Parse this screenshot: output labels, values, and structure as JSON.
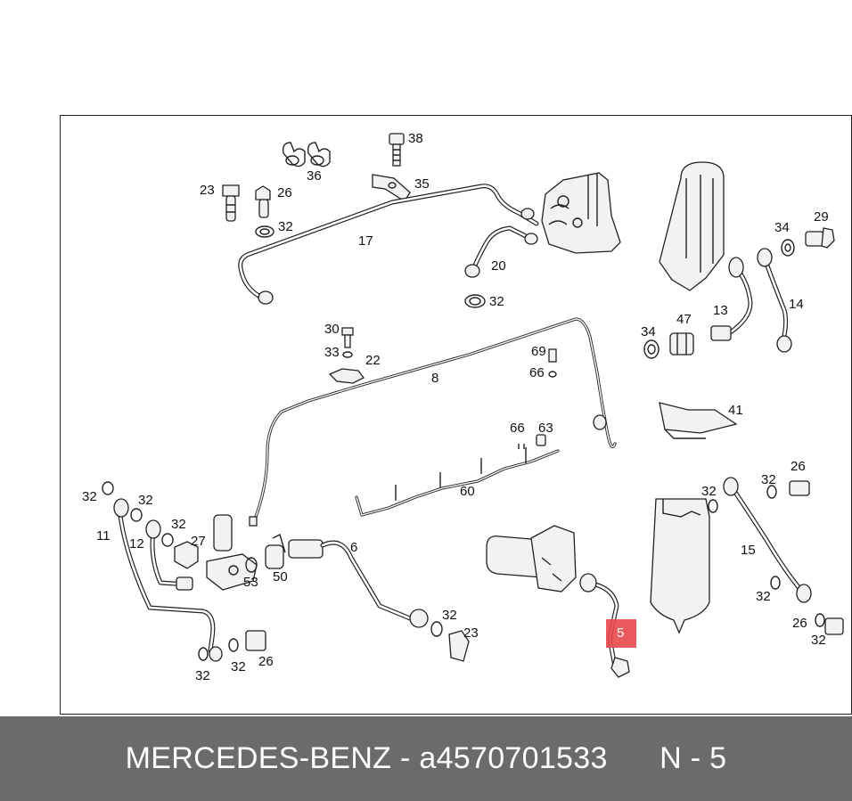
{
  "diagram": {
    "highlight_color": "#e8494b",
    "callouts": [
      {
        "id": "c38",
        "text": "38"
      },
      {
        "id": "c36",
        "text": "36"
      },
      {
        "id": "c35",
        "text": "35"
      },
      {
        "id": "c23a",
        "text": "23"
      },
      {
        "id": "c26a",
        "text": "26"
      },
      {
        "id": "c32a",
        "text": "32"
      },
      {
        "id": "c17",
        "text": "17"
      },
      {
        "id": "c20",
        "text": "20"
      },
      {
        "id": "c32b",
        "text": "32"
      },
      {
        "id": "c34a",
        "text": "34"
      },
      {
        "id": "c29",
        "text": "29"
      },
      {
        "id": "c14",
        "text": "14"
      },
      {
        "id": "c34b",
        "text": "34"
      },
      {
        "id": "c47",
        "text": "47"
      },
      {
        "id": "c13",
        "text": "13"
      },
      {
        "id": "c30",
        "text": "30"
      },
      {
        "id": "c33",
        "text": "33"
      },
      {
        "id": "c22",
        "text": "22"
      },
      {
        "id": "c8",
        "text": "8"
      },
      {
        "id": "c69",
        "text": "69"
      },
      {
        "id": "c66a",
        "text": "66"
      },
      {
        "id": "c41",
        "text": "41"
      },
      {
        "id": "c66b",
        "text": "66"
      },
      {
        "id": "c63",
        "text": "63"
      },
      {
        "id": "c60",
        "text": "60"
      },
      {
        "id": "c26b",
        "text": "26"
      },
      {
        "id": "c32c",
        "text": "32"
      },
      {
        "id": "c32d",
        "text": "32"
      },
      {
        "id": "c32e",
        "text": "32"
      },
      {
        "id": "c32f",
        "text": "32"
      },
      {
        "id": "c11",
        "text": "11"
      },
      {
        "id": "c12",
        "text": "12"
      },
      {
        "id": "c32g",
        "text": "32"
      },
      {
        "id": "c27",
        "text": "27"
      },
      {
        "id": "c6",
        "text": "6"
      },
      {
        "id": "c53",
        "text": "53"
      },
      {
        "id": "c50",
        "text": "50"
      },
      {
        "id": "c15",
        "text": "15"
      },
      {
        "id": "c32h",
        "text": "32"
      },
      {
        "id": "c32i",
        "text": "32"
      },
      {
        "id": "c26c",
        "text": "26"
      },
      {
        "id": "c32j",
        "text": "32"
      },
      {
        "id": "c23b",
        "text": "23"
      },
      {
        "id": "c5",
        "text": "5"
      },
      {
        "id": "c32k",
        "text": "32"
      },
      {
        "id": "c32l",
        "text": "32"
      },
      {
        "id": "c26d",
        "text": "26"
      }
    ]
  },
  "footer": {
    "brand": "MERCEDES-BENZ",
    "separator": " - ",
    "part_number": "a4570701533",
    "position": "N - 5"
  }
}
